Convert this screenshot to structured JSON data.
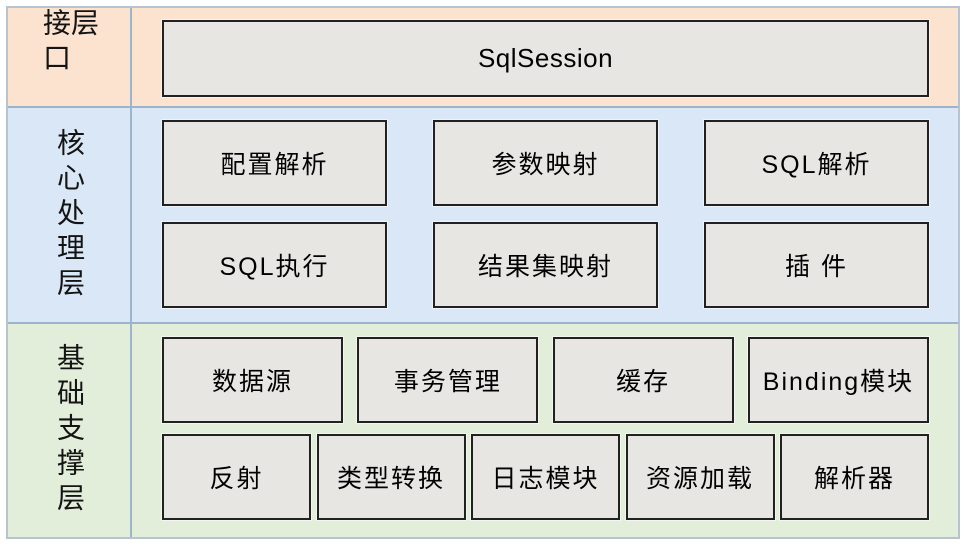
{
  "colors": {
    "interface_layer_bg": "#fbe3d0",
    "core_layer_bg": "#d9e7f6",
    "base_layer_bg": "#e2eeda",
    "box_fill": "#e8e6e3",
    "box_border": "#212121",
    "divider": "#9db4cd",
    "outer_border": "#b7c4d0"
  },
  "layers": [
    {
      "id": "interface",
      "label": "接口层",
      "rows": [
        [
          "SqlSession"
        ]
      ]
    },
    {
      "id": "core",
      "label": "核心处理层",
      "rows": [
        [
          "配置解析",
          "参数映射",
          "SQL解析"
        ],
        [
          "SQL执行",
          "结果集映射",
          "插 件"
        ]
      ]
    },
    {
      "id": "base",
      "label": "基础支撑层",
      "rows": [
        [
          "数据源",
          "事务管理",
          "缓存",
          "Binding模块"
        ],
        [
          "反射",
          "类型转换",
          "日志模块",
          "资源加载",
          "解析器"
        ]
      ]
    }
  ]
}
